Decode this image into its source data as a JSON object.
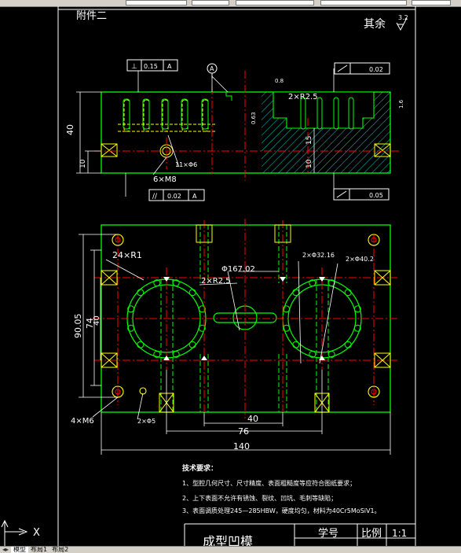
{
  "sheet": {
    "attachment_label": "附件二",
    "roughness_note": "其余",
    "roughness_value": "3.2"
  },
  "top_view": {
    "datum_label": "A",
    "gdt_perp_symbol": "⊥",
    "gdt_perp_value": "0.15",
    "gdt_perp_datum": "A",
    "gdt_flat_value": "0.02",
    "gdt_parallel_symbol": "//",
    "gdt_parallel_value": "0.02",
    "gdt_parallel_datum": "A",
    "gdt_flat2_value": "0.05",
    "dim_height": "40",
    "dim_base": "10",
    "dim_base_right": "10",
    "dim_mid": "15",
    "thread_note": "6×M8",
    "hole_note": "11×Φ6",
    "radius_note": "2×R2.5",
    "rough_08": "0.8",
    "rough_063": "0.63",
    "rough_16": "1.6"
  },
  "bottom_view": {
    "round_note": "24×R1",
    "radius_note": "2×R2.5",
    "dia_center": "Φ167.02",
    "dia_left": "2×Φ32.16",
    "dia_right": "2×Φ40.2",
    "dim_total_height": "90.05",
    "dim_74": "74",
    "dim_40_vert": "40",
    "thread_note": "4×M6",
    "hole_note": "2×Φ5",
    "dim_40": "40",
    "dim_76": "76",
    "dim_140": "140"
  },
  "tech_requirements": {
    "title": "技术要求：",
    "items": [
      "1、型腔几何尺寸、尺寸精度、表面粗糙度等应符合图纸要求；",
      "2、上下表面不允许有锈蚀、裂纹、凹坑、毛刺等缺陷；",
      "3、表面调质处理245—285HBW，硬度均匀，材料为40Cr5MoSiV1。"
    ]
  },
  "title_block": {
    "part_name": "成型凹模",
    "drawing_no_label": "学号",
    "scale_label": "比例",
    "scale_value": "1:1"
  },
  "ucs": {
    "axis_x": "X"
  },
  "tabs": [
    "模型",
    "布局1",
    "布局2"
  ],
  "colors": {
    "background": "#000000",
    "outline": "#00ff00",
    "dimension": "#ffffff",
    "centerline": "#ff0000",
    "hatch": "#00ffff",
    "thread": "#ffff00",
    "frame": "#ffffff"
  }
}
